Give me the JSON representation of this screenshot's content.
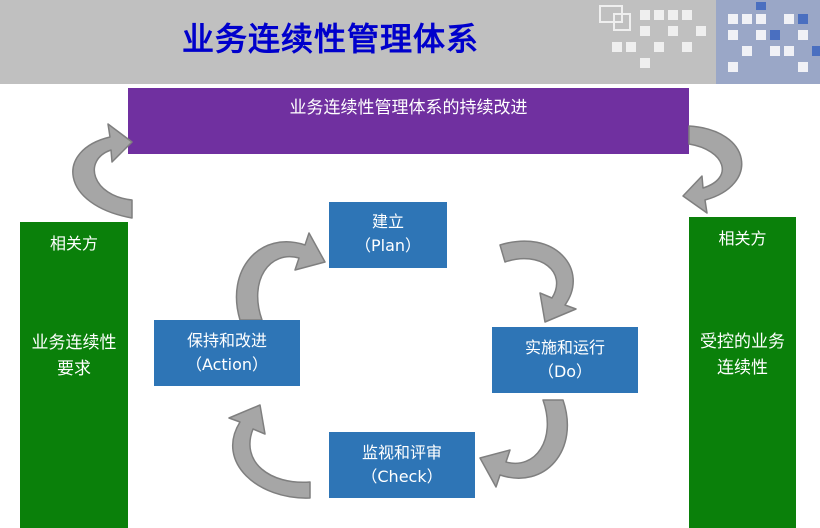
{
  "title": "业务连续性管理体系",
  "banner": "业务连续性管理体系的持续改进",
  "left_column": {
    "heading": "相关方",
    "body": "业务连续性要求"
  },
  "right_column": {
    "heading": "相关方",
    "body": "受控的业务连续性"
  },
  "cycle": {
    "plan": {
      "line1": "建立",
      "line2": "（Plan）"
    },
    "do": {
      "line1": "实施和运行",
      "line2": "（Do）"
    },
    "check": {
      "line1": "监视和评审",
      "line2": "（Check）"
    },
    "action": {
      "line1": "保持和改进",
      "line2": "（Action）"
    }
  },
  "colors": {
    "header_bg": "#c0c0c0",
    "title": "#0000cc",
    "banner": "#7030a0",
    "column": "#0a800a",
    "box": "#2e75b6",
    "arrow": "#a6a6a6"
  }
}
